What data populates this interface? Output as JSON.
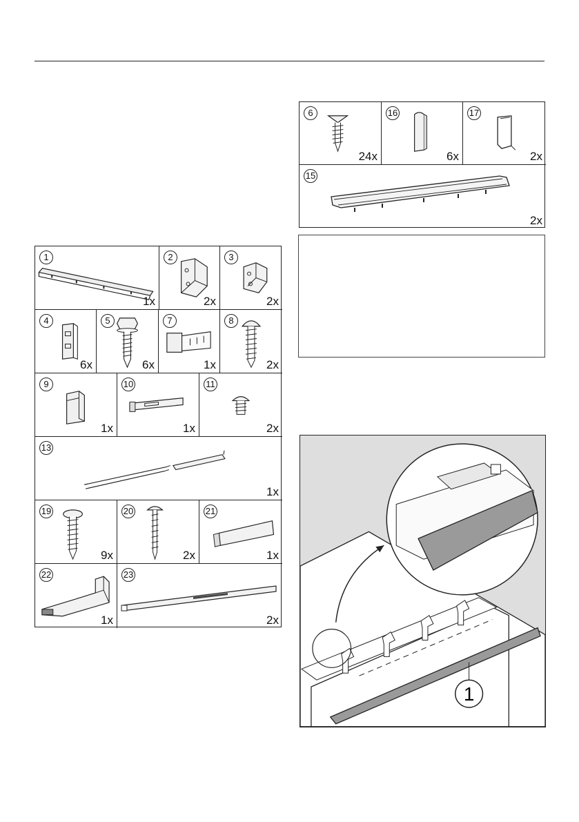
{
  "parts_left": [
    {
      "num": "1",
      "qty": "1x",
      "icon": "rail-icon"
    },
    {
      "num": "2",
      "qty": "2x",
      "icon": "bracket-icon"
    },
    {
      "num": "3",
      "qty": "2x",
      "icon": "bracket-icon"
    },
    {
      "num": "4",
      "qty": "6x",
      "icon": "clip-icon"
    },
    {
      "num": "5",
      "qty": "6x",
      "icon": "hex-screw-icon"
    },
    {
      "num": "7",
      "qty": "1x",
      "icon": "slide-icon"
    },
    {
      "num": "8",
      "qty": "2x",
      "icon": "screw-icon"
    },
    {
      "num": "9",
      "qty": "1x",
      "icon": "clip-icon"
    },
    {
      "num": "10",
      "qty": "1x",
      "icon": "slide-icon"
    },
    {
      "num": "11",
      "qty": "2x",
      "icon": "short-screw-icon"
    },
    {
      "num": "13",
      "qty": "1x",
      "icon": "strip-icon"
    },
    {
      "num": "19",
      "qty": "9x",
      "icon": "screw-icon"
    },
    {
      "num": "20",
      "qty": "2x",
      "icon": "screw-icon"
    },
    {
      "num": "21",
      "qty": "1x",
      "icon": "channel-icon"
    },
    {
      "num": "22",
      "qty": "1x",
      "icon": "angle-piece-icon"
    },
    {
      "num": "23",
      "qty": "2x",
      "icon": "long-rail-icon"
    }
  ],
  "parts_right": [
    {
      "num": "6",
      "qty": "24x",
      "icon": "screw-icon"
    },
    {
      "num": "16",
      "qty": "6x",
      "icon": "cap-icon"
    },
    {
      "num": "17",
      "qty": "2x",
      "icon": "cover-icon"
    },
    {
      "num": "15",
      "qty": "2x",
      "icon": "trim-bar-icon"
    }
  ],
  "figure": {
    "callout": "1"
  }
}
